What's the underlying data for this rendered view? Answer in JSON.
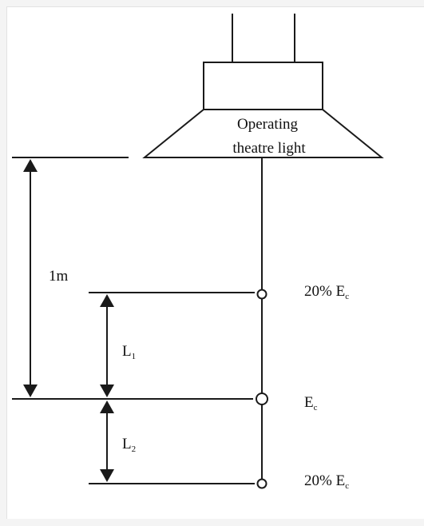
{
  "title": "Operating theatre light",
  "labels": {
    "light_line1": "Operating",
    "light_line2": "theatre light",
    "distance_1m": "1m",
    "l1_main": "L",
    "l1_sub": "1",
    "l2_main": "L",
    "l2_sub": "2",
    "top_point_main": "20% E",
    "top_point_sub": "c",
    "mid_point_main": "E",
    "mid_point_sub": "c",
    "bottom_point_main": "20% E",
    "bottom_point_sub": "c"
  },
  "colors": {
    "stroke": "#1a1a1a",
    "canvas": "#ffffff",
    "background": "#f4f4f4"
  }
}
